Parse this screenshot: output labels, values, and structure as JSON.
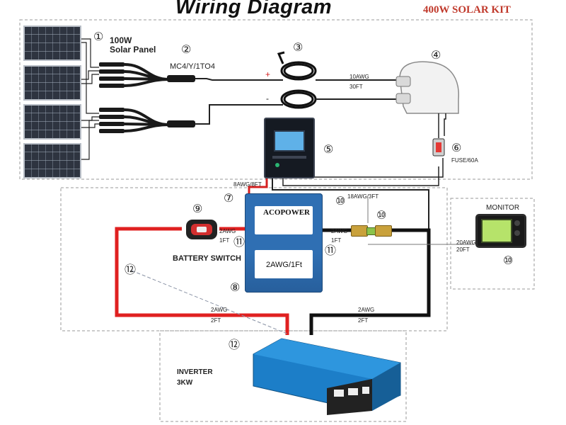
{
  "header": {
    "title": "Wiring Diagram",
    "kit": "400W SOLAR KIT"
  },
  "components": {
    "panel_label_line1": "100W",
    "panel_label_line2": "Solar Panel",
    "branch_connector": "MC4/Y/1TO4",
    "fuse": "FUSE/60A",
    "battery_switch": "BATTERY SWITCH",
    "monitor": "MONITOR",
    "inverter_line1": "INVERTER",
    "inverter_line2": "3KW",
    "battery_brand": "ACOPOWER",
    "battery_cable": "2AWG/1Ft"
  },
  "cables": {
    "pv_awg": "10AWG",
    "pv_len": "30FT",
    "ctrl_bat": "8AWG/8FT",
    "shunt_link": "18AWG/3FT",
    "switch_awg": "2AWG",
    "switch_len": "1FT",
    "shunt_awg": "2AWG",
    "shunt_len": "1FT",
    "monitor_awg": "20AWG",
    "monitor_len": "20FT",
    "inv_pos_awg": "2AWG",
    "inv_pos_len": "2FT",
    "inv_neg_awg": "2AWG",
    "inv_neg_len": "2FT"
  },
  "polarity": {
    "plus": "+",
    "minus": "-"
  },
  "markers": {
    "m1": "①",
    "m2": "②",
    "m3": "③",
    "m4": "④",
    "m5": "⑤",
    "m6": "⑥",
    "m7": "⑦",
    "m8": "⑧",
    "m9": "⑨",
    "m10": "⑩",
    "m11": "⑪",
    "m12": "⑫"
  },
  "colors": {
    "positive_wire": "#e02020",
    "negative_wire": "#111111",
    "accent_blue": "#2f6fb3",
    "kit_red": "#c0392b"
  }
}
